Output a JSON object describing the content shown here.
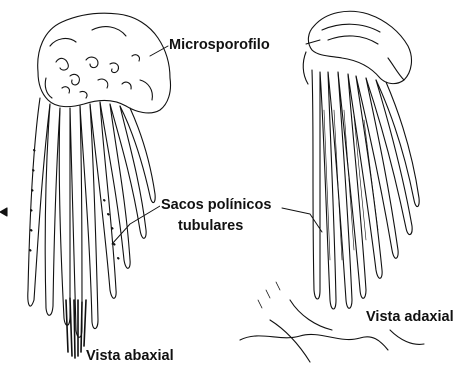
{
  "labels": {
    "microsporophyll": "Microsporofilo",
    "pollen_sacs_line1": "Sacos polínicos",
    "pollen_sacs_line2": "tubulares",
    "abaxial_view": "Vista abaxial",
    "adaxial_view": "Vista adaxial"
  },
  "colors": {
    "ink": "#111111",
    "background": "#ffffff"
  }
}
